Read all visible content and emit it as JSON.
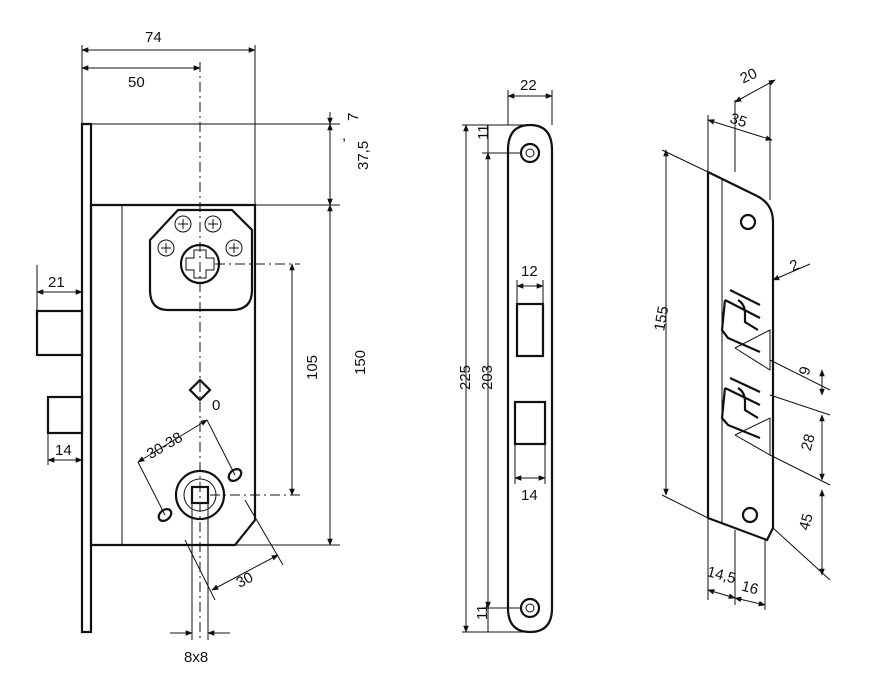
{
  "front_view": {
    "dims": {
      "width_total": "74",
      "backset": "50",
      "top_offset": "7",
      "top_height": "37,5",
      "body_height": "150",
      "cylinder_spacing": "105",
      "latch_projection": "21",
      "bolt_width": "14",
      "door_thickness": "30-38",
      "zero_mark": "0",
      "handle_offset": "30",
      "spindle_size": "8x8"
    }
  },
  "faceplate_view": {
    "dims": {
      "plate_width": "22",
      "top_hole": "11",
      "bottom_hole": "11",
      "latch_width": "12",
      "bolt_width": "14",
      "plate_length": "225",
      "hole_spacing": "203"
    }
  },
  "strike_view": {
    "dims": {
      "offset_20": "20",
      "width_35": "35",
      "length_155": "155",
      "thickness_2": "2",
      "gap_9": "9",
      "spacing_28": "28",
      "bottom_45": "45",
      "base_14_5": "14,5",
      "base_16": "16"
    }
  }
}
